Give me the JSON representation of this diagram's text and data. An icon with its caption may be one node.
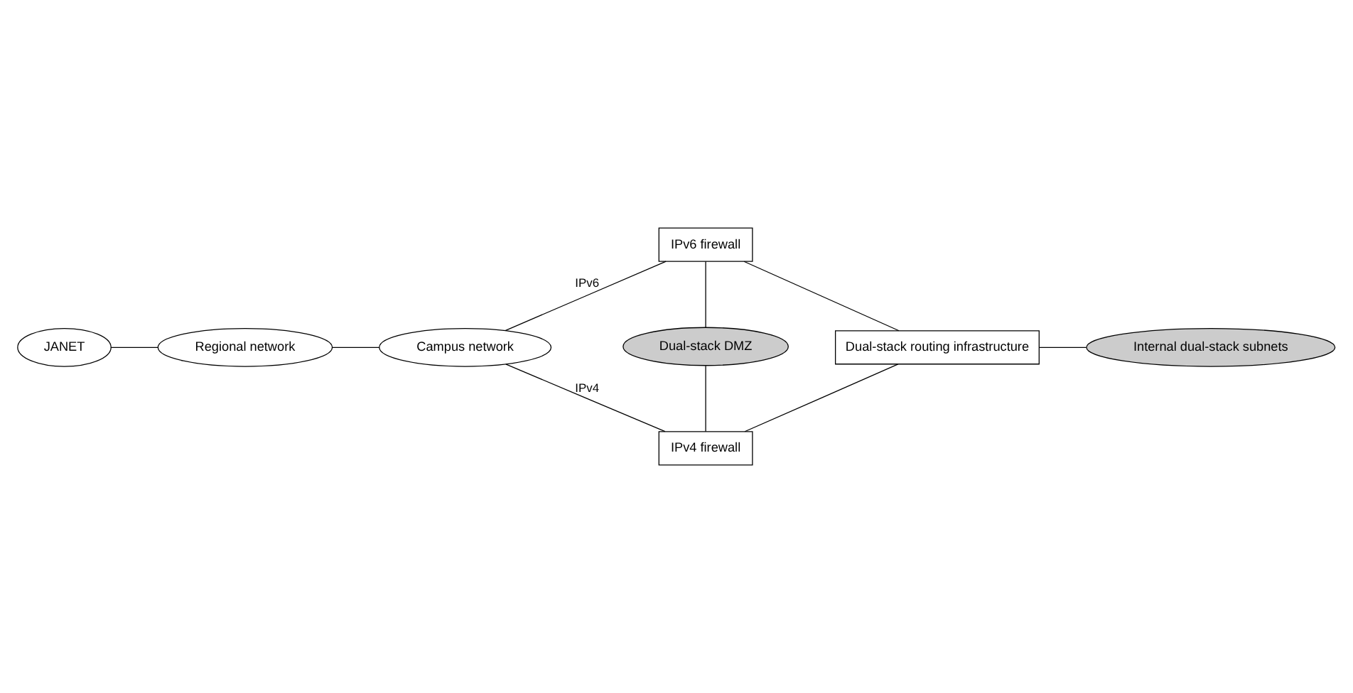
{
  "diagram": {
    "nodes": [
      {
        "text": [
          "JANET"
        ]
      },
      {
        "text": [
          "Regional network"
        ]
      },
      {
        "text": [
          "Campus network"
        ]
      },
      {
        "text": [
          "IPv6 firewall"
        ]
      },
      {
        "text": [
          "Dual-stack DMZ"
        ]
      },
      {
        "text": [
          "IPv4 firewall"
        ]
      },
      {
        "text": [
          "Dual-stack routing infrastructure"
        ]
      },
      {
        "text": [
          "Internal dual-stack subnets"
        ]
      }
    ],
    "edges": [
      {
        "from": 0,
        "to": 1,
        "arrow": "none"
      },
      {
        "from": 1,
        "to": 2,
        "arrow": "none"
      },
      {
        "from": 2,
        "to": 3,
        "arrow": "none",
        "label": "IPv6"
      },
      {
        "from": 2,
        "to": 5,
        "arrow": "none",
        "label": "IPv4"
      },
      {
        "from": 3,
        "to": 4,
        "arrow": "none"
      },
      {
        "from": 4,
        "to": 5,
        "arrow": "none"
      },
      {
        "from": 3,
        "to": 6,
        "arrow": "none"
      },
      {
        "from": 5,
        "to": 6,
        "arrow": "none"
      },
      {
        "from": 6,
        "to": 7,
        "arrow": "none"
      }
    ]
  }
}
